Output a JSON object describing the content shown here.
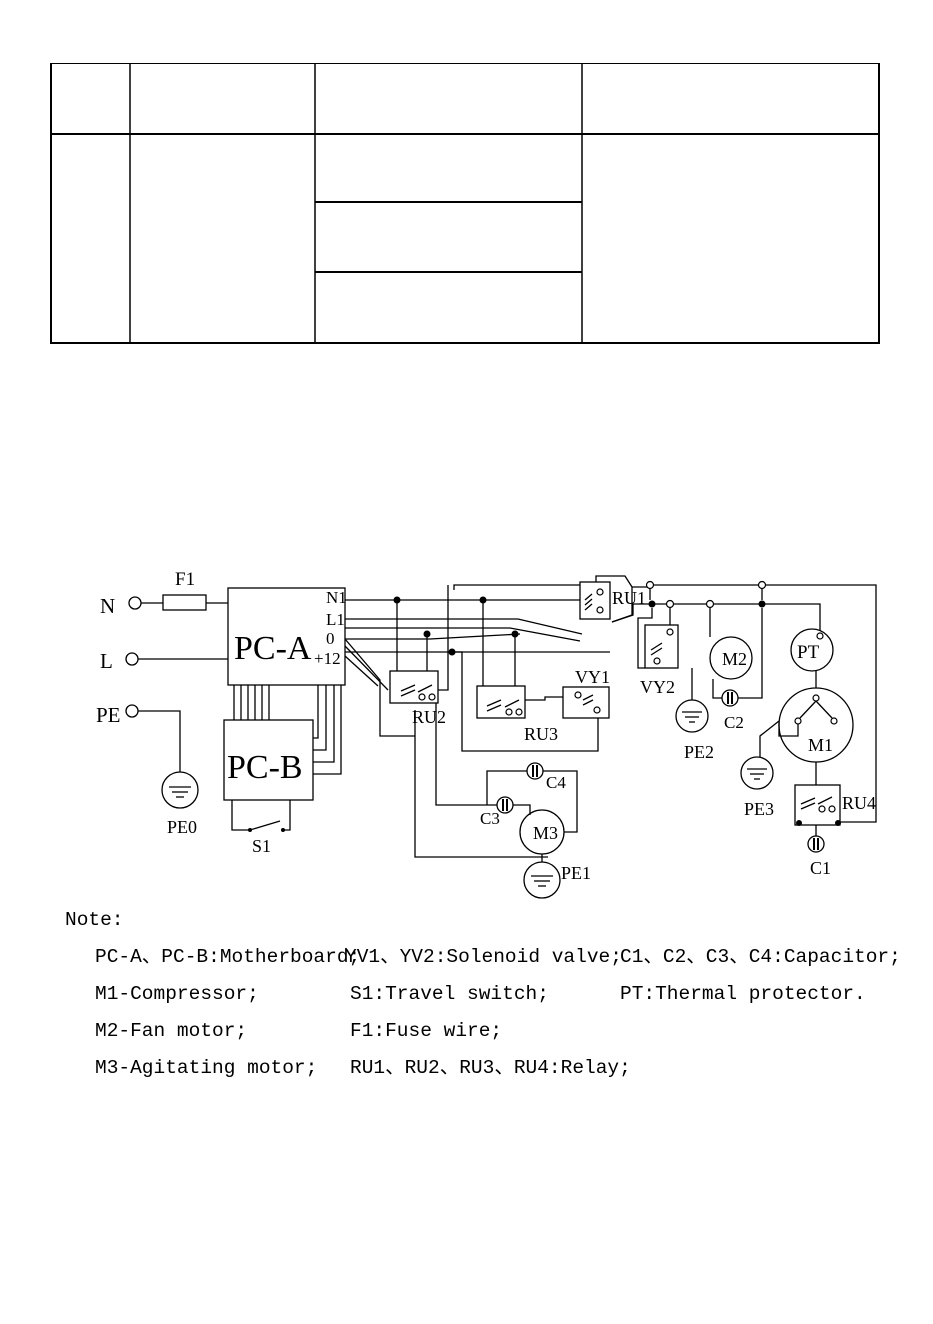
{
  "table": {
    "rows": []
  },
  "diagram": {
    "inputs": {
      "n": "N",
      "l": "L",
      "pe": "PE"
    },
    "fuse": "F1",
    "pca": "PC-A",
    "pcb": "PC-B",
    "pca_terms": {
      "n1": "N1",
      "l1": "L1",
      "zero": "0",
      "p12": "+12"
    },
    "s1": "S1",
    "pe0": "PE0",
    "ru1": "RU1",
    "ru2": "RU2",
    "ru3": "RU3",
    "ru4": "RU4",
    "vy1": "VY1",
    "vy2": "VY2",
    "m1": "M1",
    "m2": "M2",
    "m3": "M3",
    "c1": "C1",
    "c2": "C2",
    "c3": "C3",
    "c4": "C4",
    "pe1": "PE1",
    "pe2": "PE2",
    "pe3": "PE3",
    "pt": "PT"
  },
  "notes": {
    "title": "Note:",
    "col1": [
      "PC-A、PC-B:Motherboard;",
      "M1-Compressor;",
      "M2-Fan motor;",
      "M3-Agitating motor;"
    ],
    "col2": [
      "YV1、YV2:Solenoid valve;",
      "S1:Travel switch;",
      "F1:Fuse wire;",
      "RU1、RU2、RU3、RU4:Relay;"
    ],
    "col3": [
      "C1、C2、C3、C4:Capacitor;",
      "PT:Thermal protector."
    ]
  }
}
